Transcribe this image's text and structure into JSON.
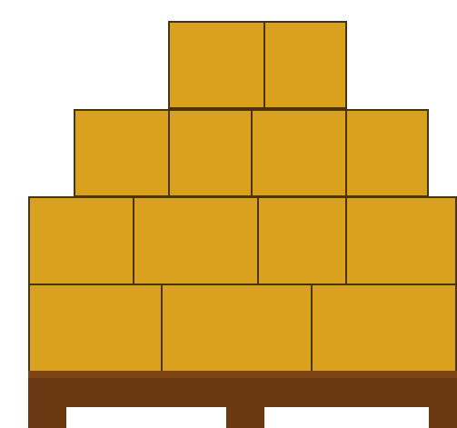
{
  "scene": {
    "description_visible_text": "",
    "colors": {
      "box_fill": "#d9a11d",
      "box_outline": "#4a3209",
      "pallet": "#6a3811",
      "pallet_top": "#7f4413",
      "background": "#ffffff"
    },
    "layers": [
      {
        "row": 1,
        "box_count": 2
      },
      {
        "row": 2,
        "box_count": 4
      },
      {
        "row": 3,
        "box_count": 4
      },
      {
        "row": 4,
        "box_count": 3
      }
    ],
    "pallet": {
      "leg_count": 3
    }
  }
}
